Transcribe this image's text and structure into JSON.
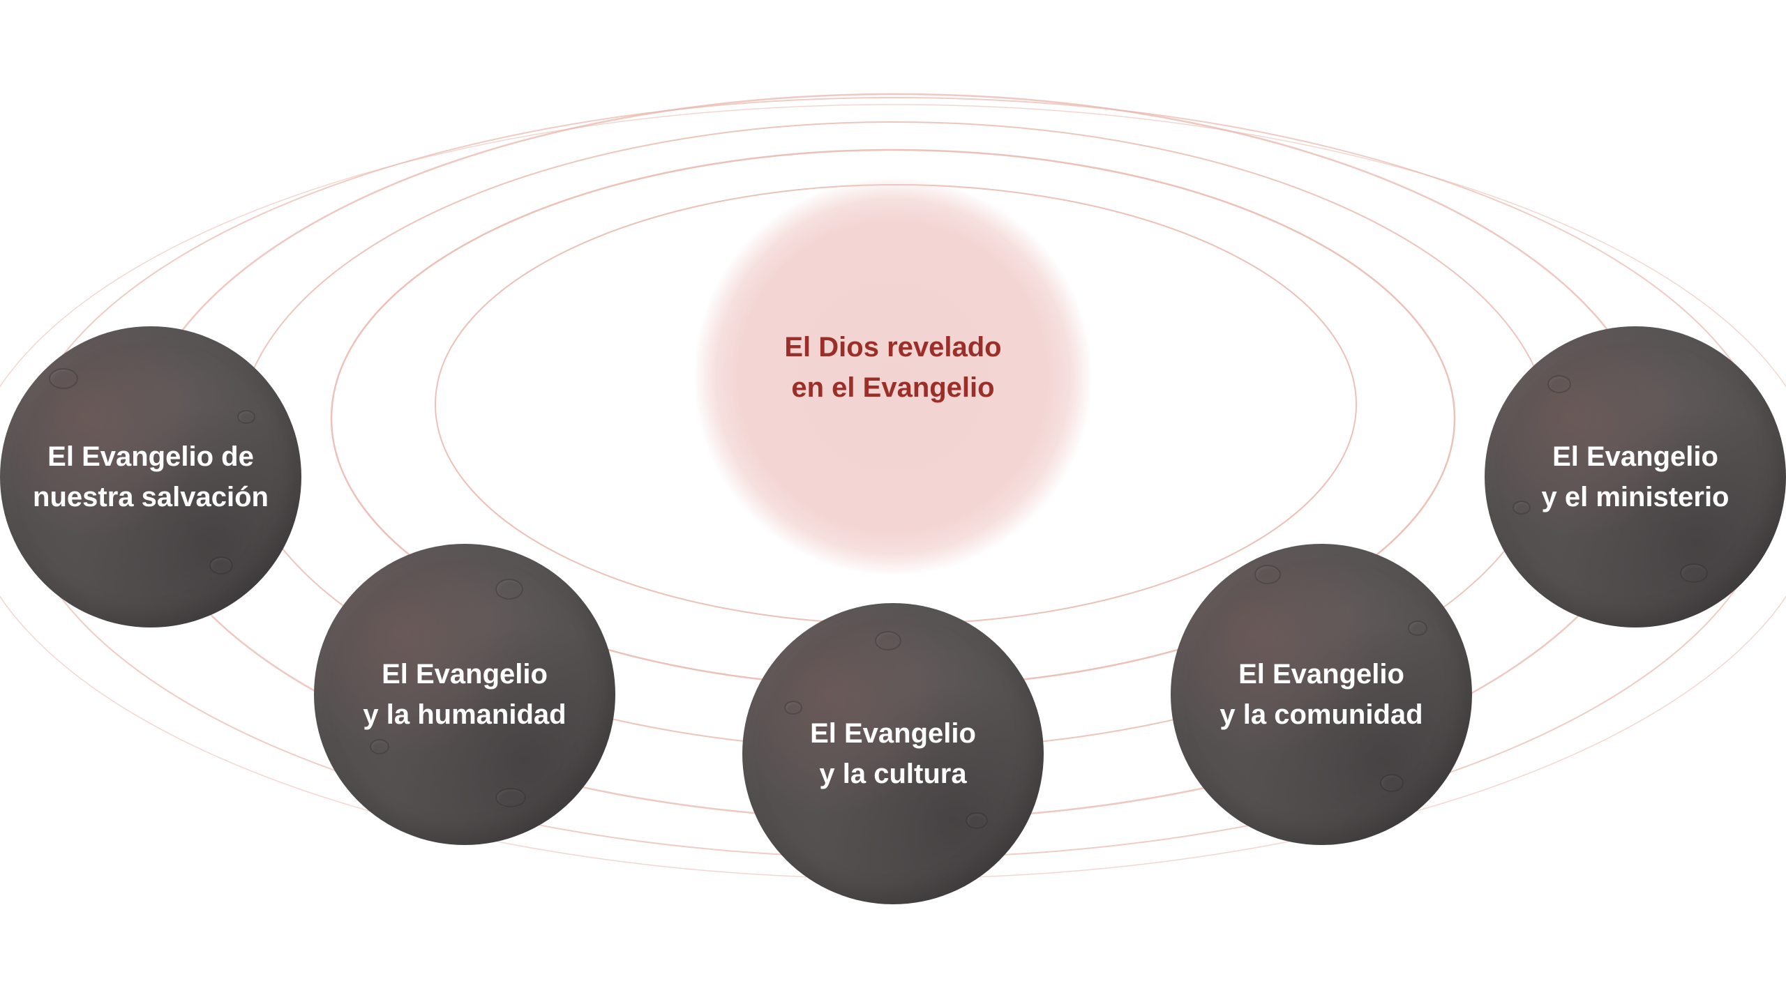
{
  "diagram": {
    "center": {
      "label": "El Dios revelado\nen el Evangelio"
    },
    "nodes": [
      {
        "id": "salvacion",
        "label": "El Evangelio de\nnuestra salvación"
      },
      {
        "id": "humanidad",
        "label": "El Evangelio\ny la humanidad"
      },
      {
        "id": "cultura",
        "label": "El Evangelio\ny la cultura"
      },
      {
        "id": "comunidad",
        "label": "El Evangelio\ny la comunidad"
      },
      {
        "id": "ministerio",
        "label": "El Evangelio\ny el ministerio"
      }
    ],
    "colors": {
      "center_fill": "#f3d6d4",
      "center_text": "#9a2e28",
      "planet_fill": "#555051",
      "planet_text": "#ffffff",
      "orbit_stroke": "#e8b6ac"
    }
  }
}
